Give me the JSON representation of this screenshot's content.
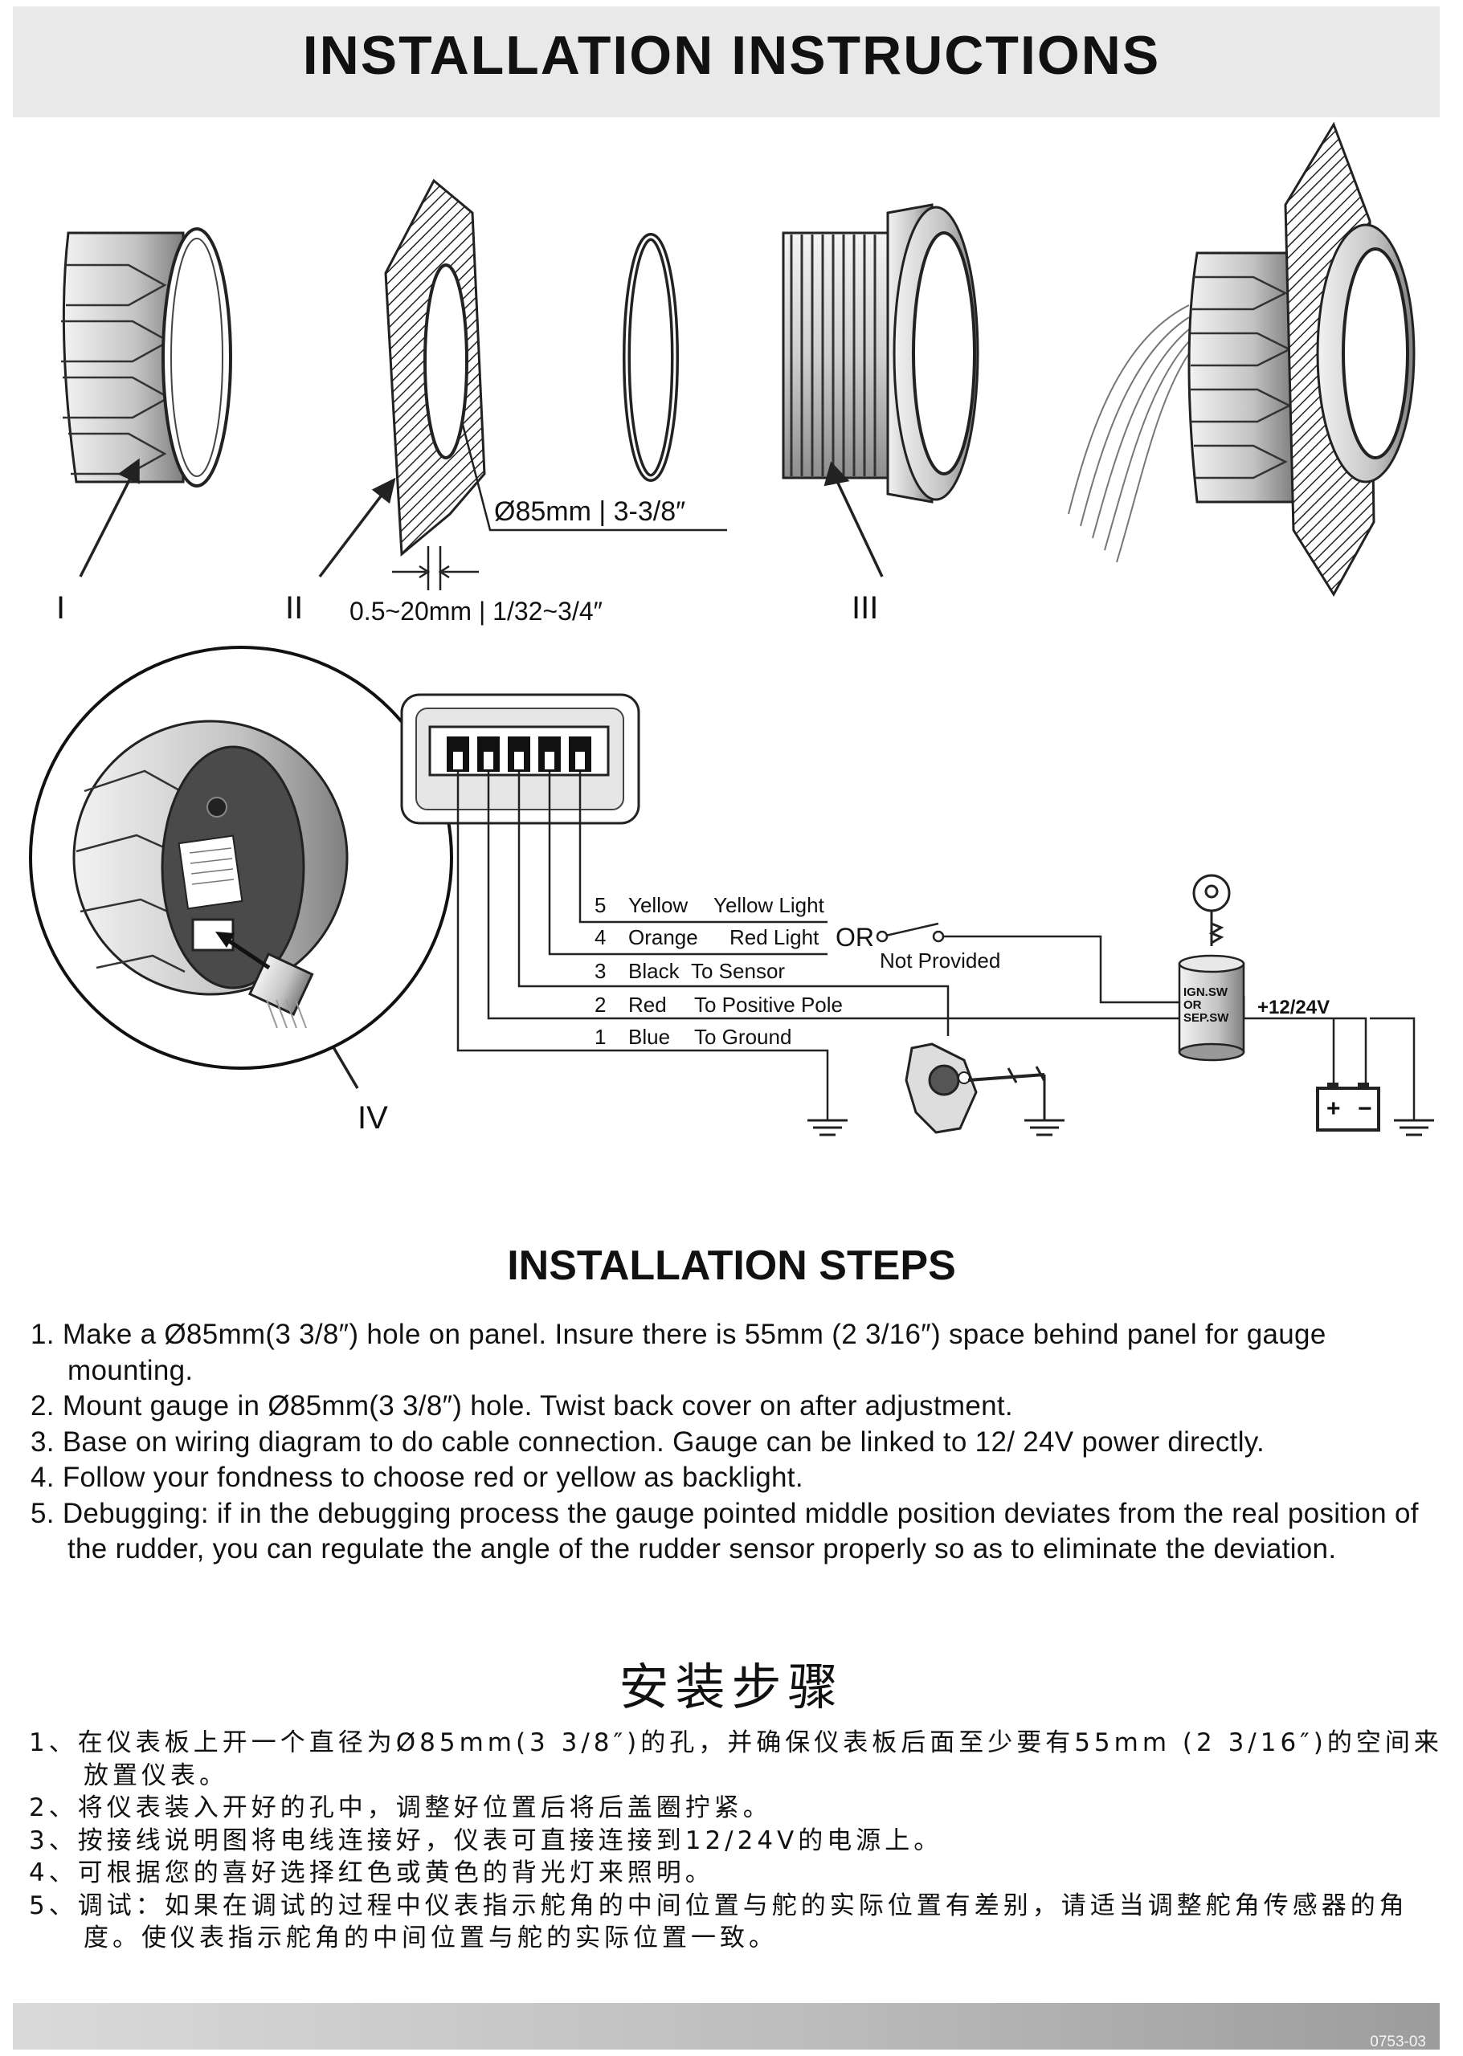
{
  "title": "INSTALLATION INSTRUCTIONS",
  "diagram": {
    "labels": {
      "hole_diameter": "Ø85mm | 3-3/8″",
      "panel_thickness": "0.5~20mm | 1/32~3/4″",
      "part_1": "I",
      "part_2": "II",
      "part_3": "III",
      "part_4": "IV"
    },
    "wiring": {
      "wires": [
        {
          "num": "5",
          "color": "Yellow",
          "desc": "Yellow Light"
        },
        {
          "num": "4",
          "color": "Orange",
          "desc": "Red Light"
        },
        {
          "num": "3",
          "color": "Black",
          "desc": "To Sensor"
        },
        {
          "num": "2",
          "color": "Red",
          "desc": "To Positive Pole"
        },
        {
          "num": "1",
          "color": "Blue",
          "desc": "To Ground"
        }
      ],
      "or_label": "OR",
      "not_provided": "Not Provided",
      "switch_label": [
        "IGN.SW",
        "OR",
        "SEP.SW"
      ],
      "voltage": "+12/24V",
      "battery_plus": "+",
      "battery_minus": "−"
    }
  },
  "steps_title": "INSTALLATION STEPS",
  "steps_en": [
    "1. Make a Ø85mm(3 3/8″) hole on panel. Insure there is 55mm  (2 3/16″) space behind panel for gauge mounting.",
    "2. Mount gauge in Ø85mm(3 3/8″) hole. Twist back cover on after adjustment.",
    "3. Base on wiring diagram to do cable connection. Gauge can be linked to 12/ 24V power directly.",
    "4. Follow your fondness to choose red or yellow as backlight.",
    "5. Debugging: if in the debugging process the gauge pointed middle position deviates from the real position of the rudder, you can regulate the angle of the rudder sensor properly so as to eliminate the deviation."
  ],
  "steps_cn_title": "安装步骤",
  "steps_cn": [
    "1、在仪表板上开一个直径为Ø85mm(3 3/8″)的孔，并确保仪表板后面至少要有55mm (2 3/16″)的空间来放置仪表。",
    "2、将仪表装入开好的孔中，调整好位置后将后盖圈拧紧。",
    "3、按接线说明图将电线连接好，仪表可直接连接到12/24V的电源上。",
    "4、可根据您的喜好选择红色或黄色的背光灯来照明。",
    "5、调试：如果在调试的过程中仪表指示舵角的中间位置与舵的实际位置有差别，请适当调整舵角传感器的角度。使仪表指示舵角的中间位置与舵的实际位置一致。"
  ],
  "footer_code": "0753-03"
}
